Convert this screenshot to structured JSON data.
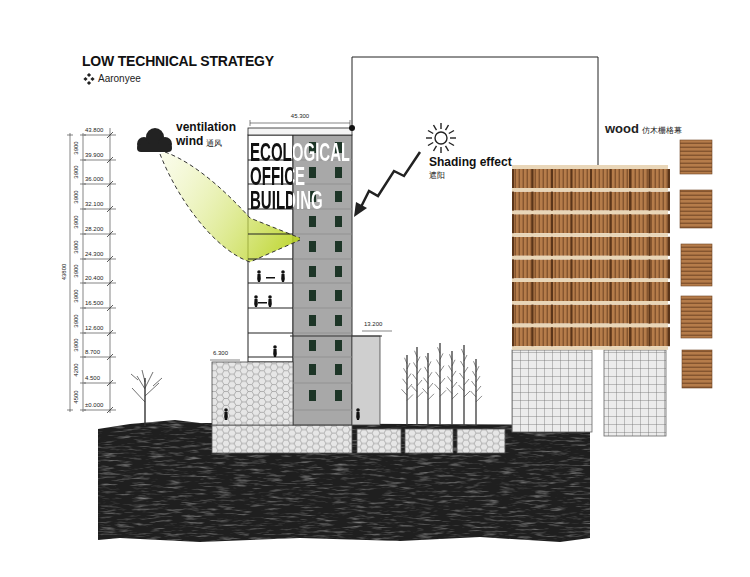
{
  "diagram": {
    "title": "LOW TECHNICAL STRATEGY",
    "nodes": [
      {
        "text": [
          "ECOLOGICAL OFFICE BUILDING"
        ]
      },
      {
        "text": [
          "wood",
          "仿木栅格幕"
        ]
      }
    ],
    "edges": [
      {
        "from": 0,
        "to": 1,
        "arrow": "none"
      }
    ],
    "labels": [
      "Aaronyee",
      "ventilation",
      "wind",
      "通风",
      "Shading effect",
      "遮阳",
      "45.300",
      "43.800",
      "39.900",
      "36.000",
      "32.100",
      "28.200",
      "24.300",
      "20.400",
      "16.500",
      "12.600",
      "8.700",
      "4.500",
      "±0.000",
      "3900",
      "3900",
      "3900",
      "3900",
      "3900",
      "3900",
      "3900",
      "3900",
      "3900",
      "4200",
      "4500",
      "43800",
      "6.300",
      "13.200"
    ]
  }
}
